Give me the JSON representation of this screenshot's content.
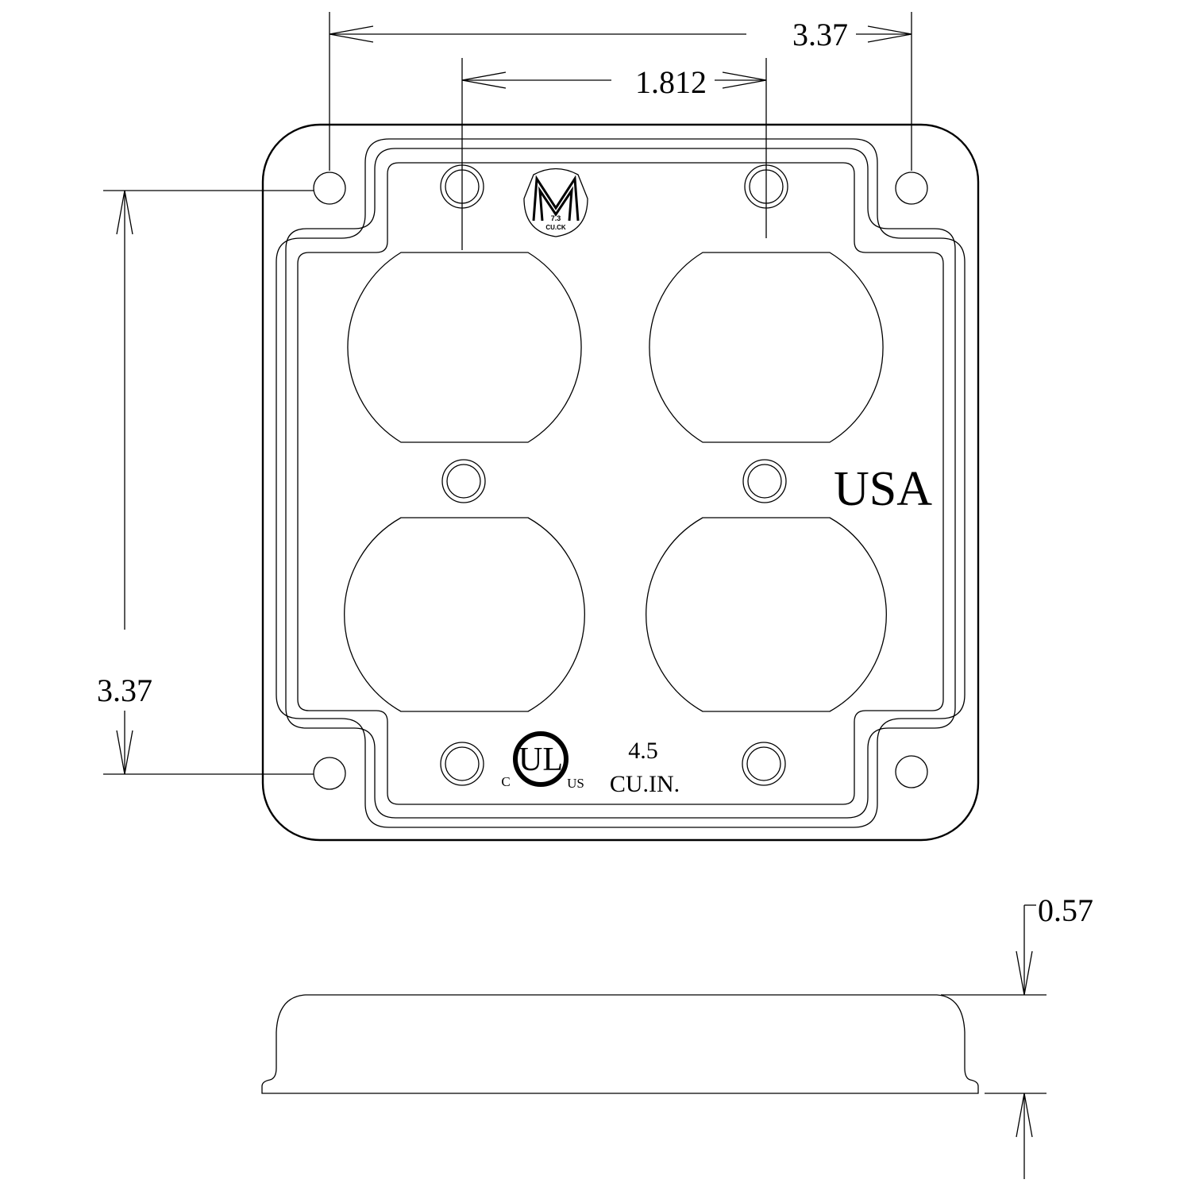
{
  "dimensions": {
    "hole_spacing_horizontal": "3.37",
    "outlet_spacing": "1.812",
    "hole_spacing_vertical": "3.37",
    "depth": "0.57"
  },
  "markings": {
    "country": "USA",
    "volume_value": "4.5",
    "volume_unit": "CU.IN.",
    "ul_mark": "UL",
    "ul_c": "C",
    "ul_us": "US",
    "logo_volume": "7.3",
    "logo_unit": "CU.CK"
  }
}
